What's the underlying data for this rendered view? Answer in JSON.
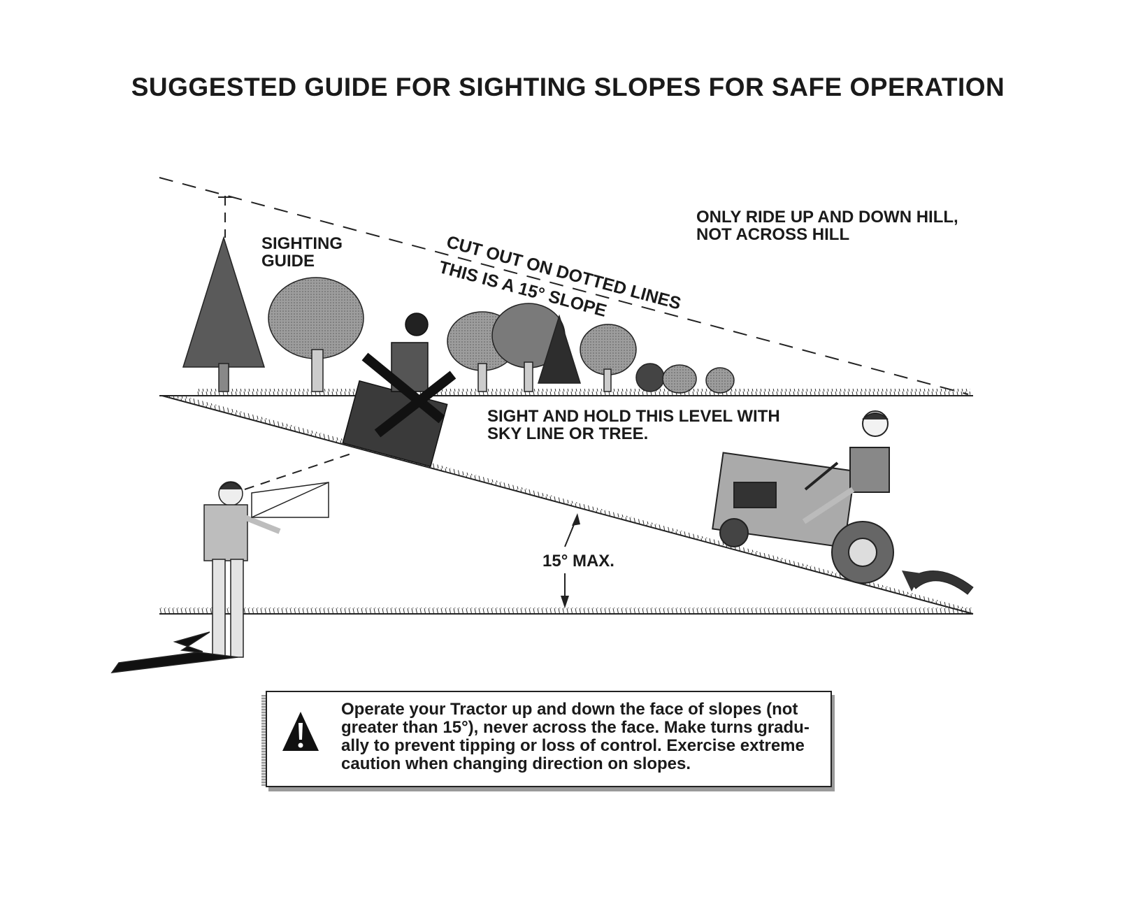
{
  "title": "SUGGESTED GUIDE FOR SIGHTING SLOPES FOR SAFE OPERATION",
  "labels": {
    "sighting_guide": [
      "SIGHTING",
      "GUIDE"
    ],
    "cut_out": "CUT OUT ON DOTTED LINES",
    "this_slope": "THIS IS A 15° SLOPE",
    "only_ride": [
      "ONLY RIDE UP AND DOWN HILL,",
      "NOT ACROSS HILL"
    ],
    "sight_hold": [
      "SIGHT AND HOLD THIS LEVEL WITH",
      "SKY LINE OR TREE."
    ],
    "max_angle": "15° MAX."
  },
  "warning": {
    "icon": "warning-triangle-icon",
    "text": "Operate your Tractor up and down the face of slopes (not greater than 15°), never across the face. Make turns gradu- ally to prevent tipping or loss of control. Exercise extreme caution when changing direction on slopes."
  },
  "diagram": {
    "slope_angle_degrees": 15,
    "crossed_out_example": "tractor across hill",
    "correct_example": "tractor up hill"
  }
}
